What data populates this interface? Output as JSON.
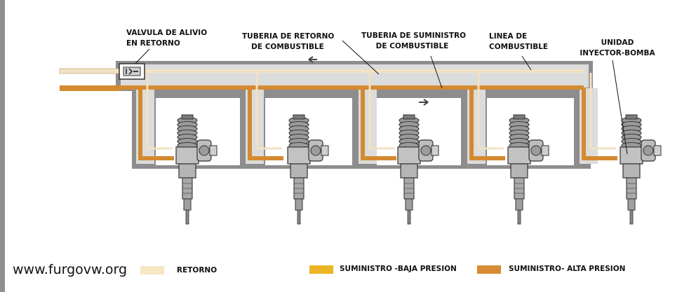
{
  "labels": {
    "valve": [
      "VALVULA DE ALIVIO",
      "EN RETORNO"
    ],
    "return_pipe": [
      "TUBERIA DE RETORNO",
      "DE COMBUSTIBLE"
    ],
    "supply_pipe": [
      "TUBERIA  DE SUMINISTRO",
      "DE COMBUSTIBLE"
    ],
    "fuel_line": [
      "LINEA DE",
      "COMBUSTIBLE"
    ],
    "injector_unit": [
      "UNIDAD",
      "INYECTOR-BOMBA"
    ]
  },
  "legend": [
    {
      "label": "RETORNO",
      "color": "#f7e6c4"
    },
    {
      "label": "SUMINISTRO -BAJA PRESION",
      "color": "#ecb526"
    },
    {
      "label": "SUMINISTRO- ALTA PRESION",
      "color": "#d88b33"
    }
  ],
  "website": "www.furgovw.org",
  "colors": {
    "housing": "#8d8d8d",
    "housing_fill": "#dcdcdc",
    "return_line": "#f1e2c2",
    "high_pressure": "#d48a30",
    "arrow": "#444444"
  },
  "injector_count": 5
}
